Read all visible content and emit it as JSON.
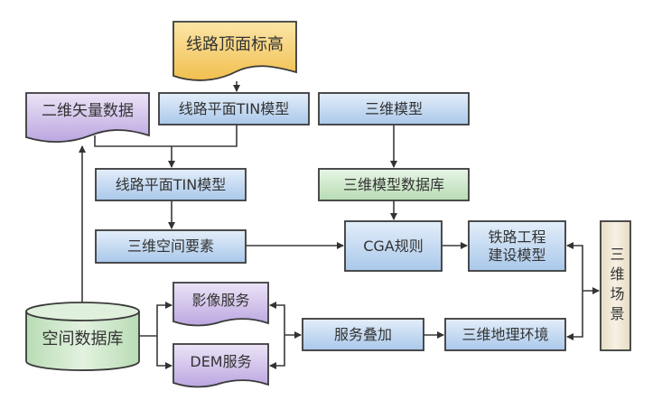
{
  "diagram": {
    "nodes": {
      "line_top_elevation": {
        "label": "线路顶面标高",
        "shape": "document",
        "color": "#f5cc6a"
      },
      "vector_2d_data": {
        "label": "二维矢量数据",
        "shape": "document",
        "color": "#c9b8e6"
      },
      "line_plane_tin_1": {
        "label": "线路平面TIN模型",
        "shape": "rect",
        "color": "#c3daf2"
      },
      "model_3d": {
        "label": "三维模型",
        "shape": "rect",
        "color": "#c3daf2"
      },
      "line_plane_tin_2": {
        "label": "线路平面TIN模型",
        "shape": "rect",
        "color": "#c3daf2"
      },
      "model_3d_db": {
        "label": "三维模型数据库",
        "shape": "rect",
        "color": "#cfe9cd"
      },
      "spatial_3d_elements": {
        "label": "三维空间要素",
        "shape": "rect",
        "color": "#c3daf2"
      },
      "cga_rules": {
        "label": "CGA规则",
        "shape": "rect",
        "color": "#c3daf2"
      },
      "railway_model": {
        "label": "铁路工程\n建设模型",
        "line1": "铁路工程",
        "line2": "建设模型",
        "shape": "rect",
        "color": "#c3daf2"
      },
      "scene_3d": {
        "label": "三维场景",
        "shape": "rect",
        "color": "#efe6d2"
      },
      "imagery_service": {
        "label": "影像服务",
        "shape": "document",
        "color": "#c9b8e6"
      },
      "dem_service": {
        "label": "DEM服务",
        "shape": "document",
        "color": "#c9b8e6"
      },
      "spatial_db": {
        "label": "空间数据库",
        "shape": "cylinder",
        "color": "#cfe9cd"
      },
      "service_overlay": {
        "label": "服务叠加",
        "shape": "rect",
        "color": "#c3daf2"
      },
      "geo_env_3d": {
        "label": "三维地理环境",
        "shape": "rect",
        "color": "#c3daf2"
      }
    },
    "edges": [
      {
        "from": "line_top_elevation",
        "to": "line_plane_tin_1"
      },
      {
        "from": "line_plane_tin_1",
        "to": "line_plane_tin_2"
      },
      {
        "from": "vector_2d_data",
        "to": "line_plane_tin_2"
      },
      {
        "from": "spatial_db",
        "to": "vector_2d_data"
      },
      {
        "from": "line_plane_tin_2",
        "to": "spatial_3d_elements"
      },
      {
        "from": "model_3d",
        "to": "model_3d_db"
      },
      {
        "from": "model_3d_db",
        "to": "cga_rules"
      },
      {
        "from": "spatial_3d_elements",
        "to": "cga_rules"
      },
      {
        "from": "cga_rules",
        "to": "railway_model"
      },
      {
        "from": "spatial_db",
        "to": "imagery_service"
      },
      {
        "from": "spatial_db",
        "to": "dem_service"
      },
      {
        "from": "imagery_service",
        "to": "service_overlay",
        "bidirectional": true
      },
      {
        "from": "dem_service",
        "to": "service_overlay",
        "bidirectional": true
      },
      {
        "from": "service_overlay",
        "to": "geo_env_3d"
      },
      {
        "from": "scene_3d",
        "to": "railway_model",
        "bidirectional": true
      },
      {
        "from": "scene_3d",
        "to": "geo_env_3d",
        "bidirectional": true
      }
    ],
    "colors": {
      "stroke": "#3a3a3a",
      "text": "#333333"
    }
  }
}
